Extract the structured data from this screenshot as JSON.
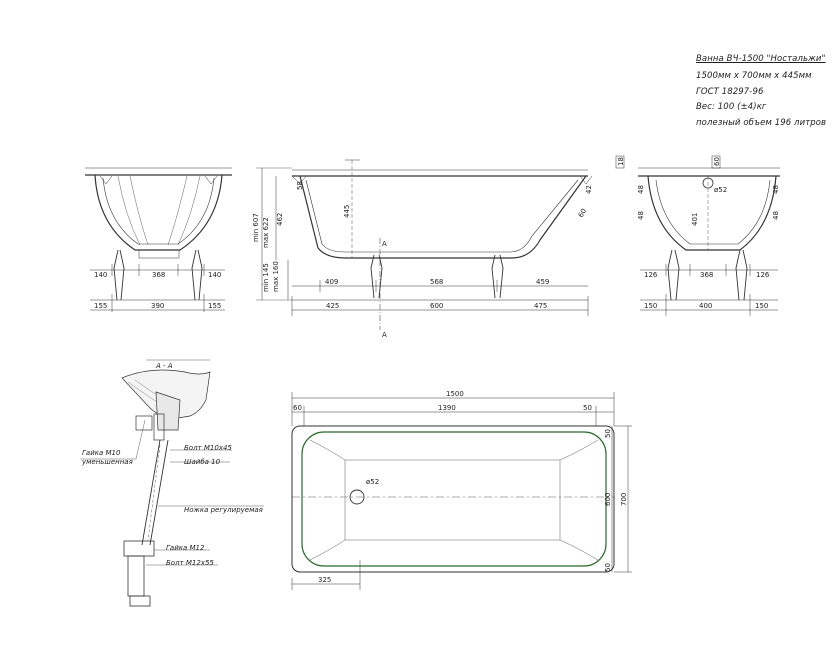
{
  "spec": {
    "title": "Ванна ВЧ-1500 \"Ностальжи\"",
    "size": "1500мм х 700мм х 445мм",
    "gost": "ГОСТ 18297-96",
    "weight": "Вес: 100 (±4)кг",
    "volume": "полезный объем 196 литров"
  },
  "front_view": {
    "dims_top": [
      "140",
      "368",
      "140"
    ],
    "dims_bottom": [
      "155",
      "390",
      "155"
    ]
  },
  "side_view": {
    "vertical_labels": [
      "min 607",
      "max 622",
      "462",
      "min 145",
      "max 160"
    ],
    "inner_labels": [
      "58",
      "445",
      "42",
      "60"
    ],
    "dims_top": [
      "409",
      "568",
      "459"
    ],
    "dims_bottom": [
      "425",
      "600",
      "475"
    ],
    "section_mark": "A"
  },
  "end_view": {
    "labels": [
      "18",
      "60",
      "48",
      "48",
      "52",
      "48",
      "48",
      "401"
    ],
    "diameter": "ø52",
    "dims_top": [
      "126",
      "368",
      "126"
    ],
    "dims_bottom": [
      "150",
      "400",
      "150"
    ]
  },
  "section": {
    "title": "А - А",
    "callouts": [
      "Гайка М10",
      "уменьшенная",
      "Болт М10х45",
      "Шайба 10",
      "Ножка регулируемая",
      "Гайка М12",
      "Болт М12х55"
    ]
  },
  "plan_view": {
    "dims_top": [
      "1500",
      "60",
      "1390",
      "50"
    ],
    "diameter": "ø52",
    "dims_right": [
      "50",
      "600",
      "700",
      "50"
    ],
    "dim_bottom": "325"
  }
}
